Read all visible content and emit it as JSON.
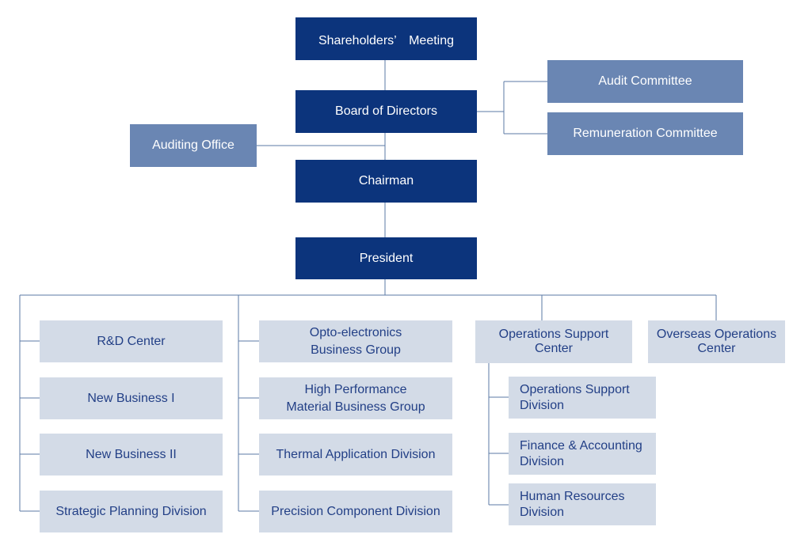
{
  "colors": {
    "top_level": "#0c347c",
    "committee": "#6a86b3",
    "unit": "#d3dbe7",
    "unit_text": "#223f86",
    "connector": "#5b7aa6"
  },
  "boxes": {
    "shareholders": {
      "lines": [
        "Shareholders’　Meeting"
      ]
    },
    "board": {
      "lines": [
        "Board of Directors"
      ]
    },
    "audit_committee": {
      "lines": [
        "Audit Committee"
      ]
    },
    "remuneration_committee": {
      "lines": [
        "Remuneration Committee"
      ]
    },
    "auditing_office": {
      "lines": [
        "Auditing Office"
      ]
    },
    "chairman": {
      "lines": [
        "Chairman"
      ]
    },
    "president": {
      "lines": [
        "President"
      ]
    },
    "rd_center": {
      "lines": [
        "R&D Center"
      ]
    },
    "new_business_1": {
      "lines": [
        "New Business I"
      ]
    },
    "new_business_2": {
      "lines": [
        "New Business II"
      ]
    },
    "strategic_planning": {
      "lines": [
        "Strategic Planning Division"
      ]
    },
    "opto_electronics": {
      "lines": [
        "Opto-electronics",
        "Business Group"
      ]
    },
    "high_performance": {
      "lines": [
        "High Performance",
        "Material Business Group"
      ]
    },
    "thermal_application": {
      "lines": [
        "Thermal Application Division"
      ]
    },
    "precision_component": {
      "lines": [
        "Precision Component Division"
      ]
    },
    "operations_support_center": {
      "lines": [
        "Operations Support",
        "Center"
      ]
    },
    "overseas_operations": {
      "lines": [
        "Overseas Operations",
        "Center"
      ]
    },
    "operations_support_division": {
      "lines": [
        "Operations Support",
        "Division"
      ]
    },
    "finance_accounting": {
      "lines": [
        "Finance & Accounting",
        "Division"
      ]
    },
    "human_resources": {
      "lines": [
        "Human Resources",
        "Division"
      ]
    }
  }
}
